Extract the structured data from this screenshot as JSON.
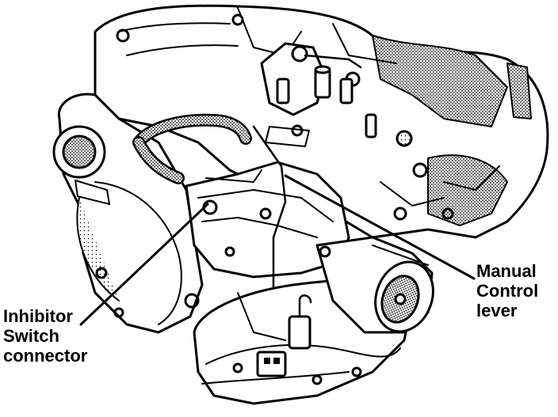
{
  "figure": {
    "labels": {
      "inhibitor_switch_connector": [
        "Inhibitor",
        "Switch",
        "connector"
      ],
      "manual_control_lever": [
        "Manual",
        "Control",
        "lever"
      ]
    },
    "colors": {
      "ink": "#000000",
      "paper": "#ffffff",
      "shade": "#9a9a9a"
    }
  }
}
